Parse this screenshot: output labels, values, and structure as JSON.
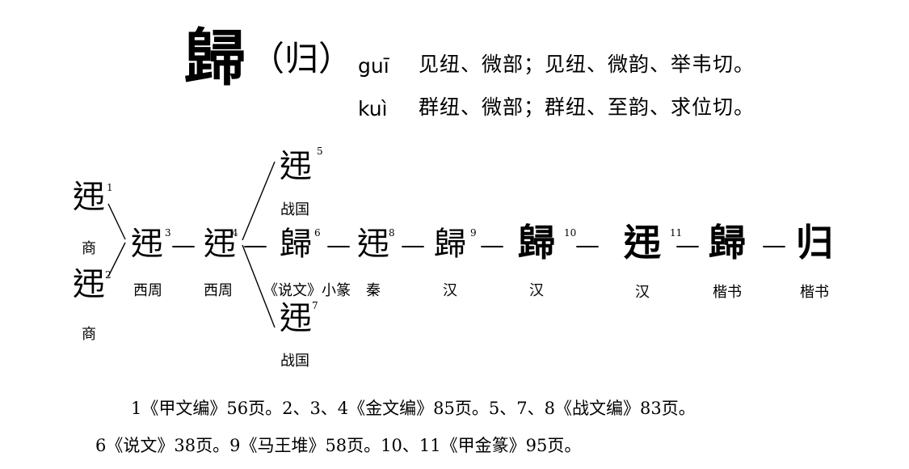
{
  "header": {
    "traditional": "歸",
    "simplified": "（归）",
    "readings": [
      {
        "pinyin": "guī",
        "fanqie": "见纽、微部；见纽、微韵、举韦切。"
      },
      {
        "pinyin": "kuì",
        "fanqie": "群纽、微部；群纽、至韵、求位切。"
      }
    ]
  },
  "forms": [
    {
      "n": "1",
      "char": "𨑩",
      "label": "商"
    },
    {
      "n": "2",
      "char": "𨑩",
      "label": "商"
    },
    {
      "n": "3",
      "char": "𨑩",
      "label": "西周"
    },
    {
      "n": "4",
      "char": "𨑩",
      "label": "西周"
    },
    {
      "n": "5",
      "char": "𨑩",
      "label": "战国"
    },
    {
      "n": "6",
      "char": "歸",
      "label": "《说文》小篆"
    },
    {
      "n": "7",
      "char": "𨑩",
      "label": "战国"
    },
    {
      "n": "8",
      "char": "𨑩",
      "label": "秦"
    },
    {
      "n": "9",
      "char": "歸",
      "label": "汉"
    },
    {
      "n": "10",
      "char": "歸",
      "label": "汉"
    },
    {
      "n": "11",
      "char": "𨑩",
      "label": "汉"
    },
    {
      "n": "",
      "char": "歸",
      "label": "楷书"
    },
    {
      "n": "",
      "char": "归",
      "label": "楷书"
    }
  ],
  "dash": "—",
  "notes": [
    "1《甲文编》56页。2、3、4《金文编》85页。5、7、8《战文编》83页。",
    "6《说文》38页。9《马王堆》58页。10、11《甲金篆》95页。"
  ]
}
